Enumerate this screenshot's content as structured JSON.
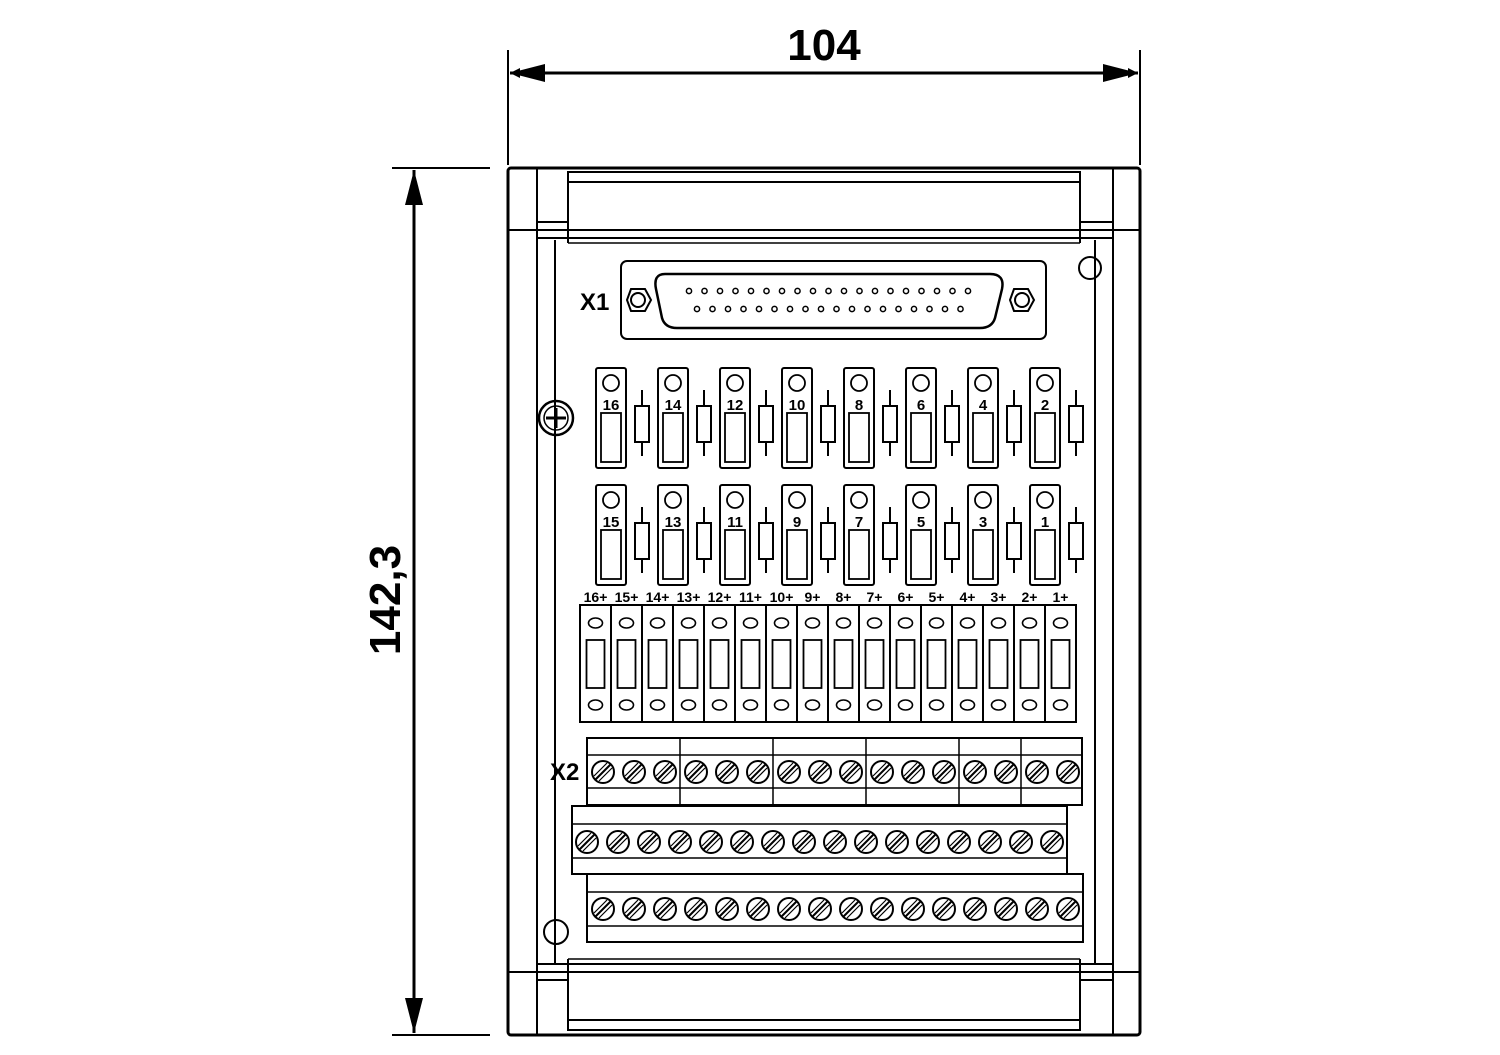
{
  "dimensions": {
    "width": "104",
    "height": "142,3"
  },
  "connectors": {
    "x1": "X1",
    "x2": "X2"
  },
  "fuses": {
    "top_row": [
      "16",
      "14",
      "12",
      "10",
      "8",
      "6",
      "4",
      "2"
    ],
    "bottom_row": [
      "15",
      "13",
      "11",
      "9",
      "7",
      "5",
      "3",
      "1"
    ]
  },
  "terminal_labels": [
    "16+",
    "15+",
    "14+",
    "13+",
    "12+",
    "11+",
    "10+",
    "9+",
    "8+",
    "7+",
    "6+",
    "5+",
    "4+",
    "3+",
    "2+",
    "1+"
  ],
  "screw_terminals": {
    "row1_count": 16,
    "row2_count": 16,
    "row3_count": 16
  },
  "dsub_pins": {
    "top_row": 19,
    "bottom_row": 18
  }
}
